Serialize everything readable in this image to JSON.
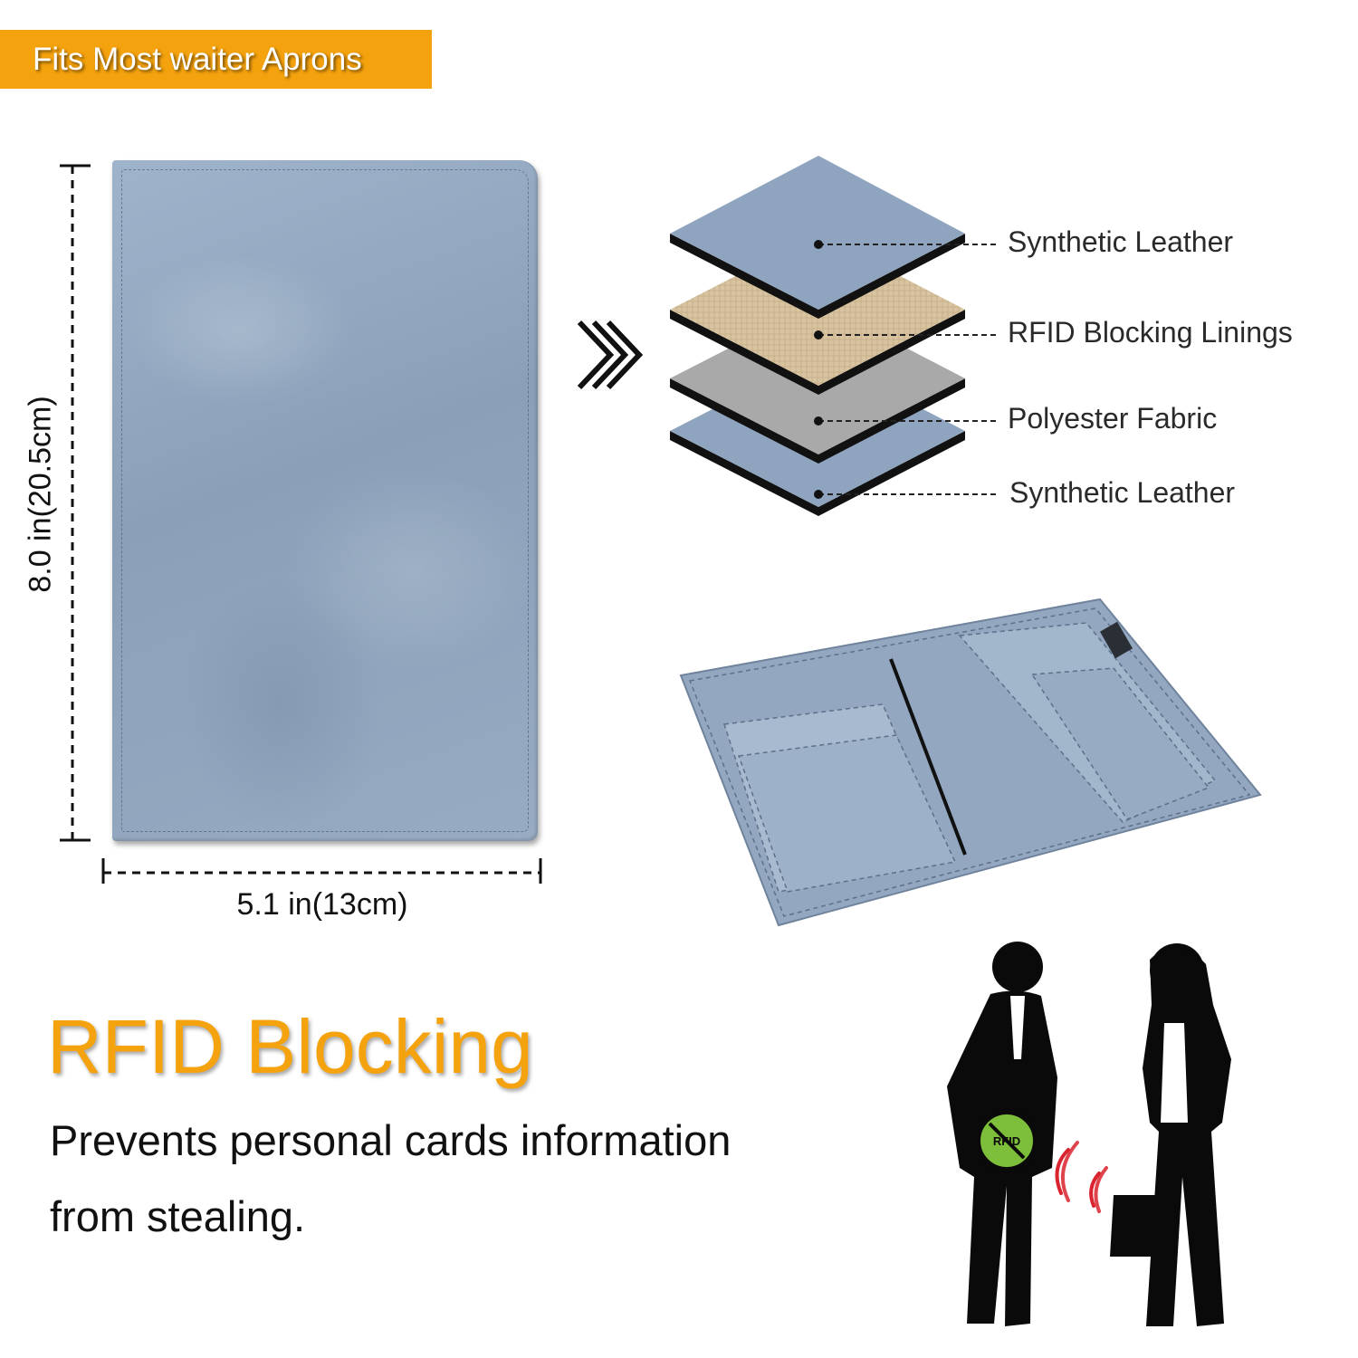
{
  "banner": {
    "text": "Fits Most waiter Aprons",
    "color": "#f4a20d"
  },
  "dimensions": {
    "height_label": "8.0 in(20.5cm)",
    "width_label": "5.1 in(13cm)"
  },
  "layers": [
    {
      "label": "Synthetic Leather",
      "color": "#8fa5bf"
    },
    {
      "label": "RFID Blocking Linings",
      "color": "#d8c4a1"
    },
    {
      "label": "Polyester Fabric",
      "color": "#a9a9a9"
    },
    {
      "label": "Synthetic Leather",
      "color": "#8fa5bf"
    }
  ],
  "rfid_badge": {
    "text": "RFID",
    "color": "#7dbf3a"
  },
  "headline": "RFID Blocking",
  "description": {
    "line1": "Prevents personal cards information",
    "line2": "from stealing."
  },
  "product_color": "#93a8c0"
}
